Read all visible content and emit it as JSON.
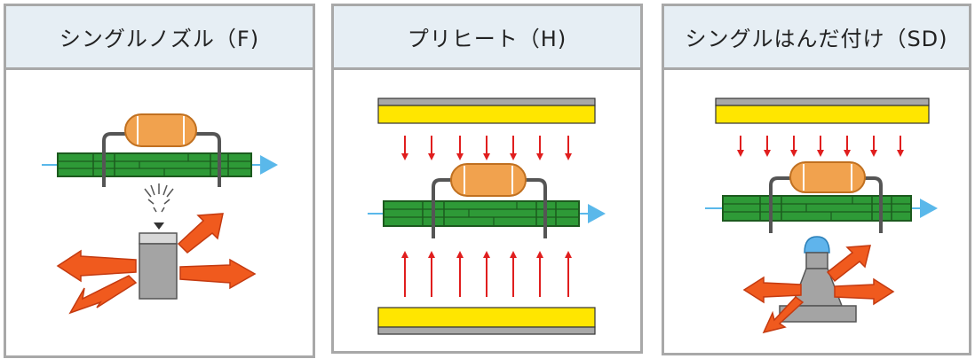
{
  "panels": [
    {
      "title": "シングルノズル（F)"
    },
    {
      "title": "プリヒート（H)"
    },
    {
      "title": "シングルはんだ付け（SD)"
    }
  ],
  "colors": {
    "board_green": "#2e9a37",
    "board_dark": "#1c5a1e",
    "resistor_orange": "#f1a24e",
    "heater_yellow": "#ffe600",
    "heater_gray": "#a8a8a8",
    "arrow_red": "#e01e1e",
    "flow_orange": "#f05a1e",
    "conveyor_blue": "#5ab8ea",
    "nozzle_gray": "#a4a4a4",
    "solder_blue": "#5fb4ec"
  }
}
